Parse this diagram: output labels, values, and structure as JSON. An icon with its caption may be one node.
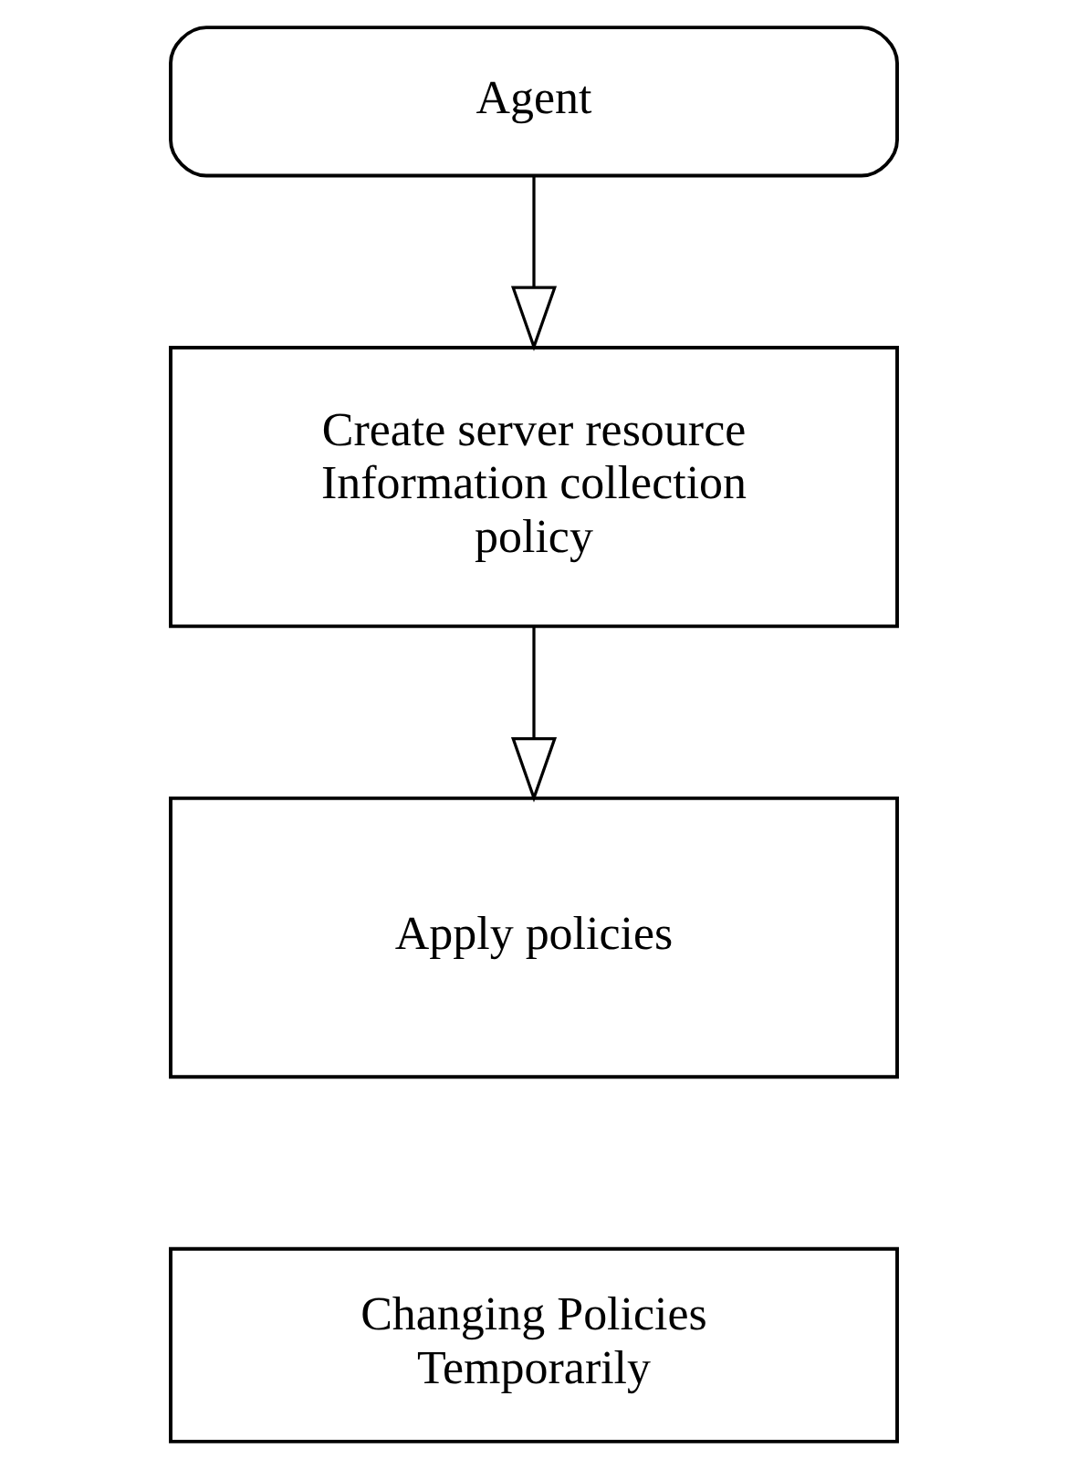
{
  "diagram": {
    "nodes": [
      {
        "text": [
          "Agent"
        ]
      },
      {
        "text": [
          "Create server resource Information collection policy"
        ]
      },
      {
        "text": [
          "Apply policies"
        ]
      },
      {
        "text": [
          "Changing Policies Temporarily"
        ]
      }
    ],
    "edges": [
      {
        "from": 0,
        "to": 1,
        "arrow": "to"
      },
      {
        "from": 1,
        "to": 2,
        "arrow": "to"
      }
    ]
  }
}
